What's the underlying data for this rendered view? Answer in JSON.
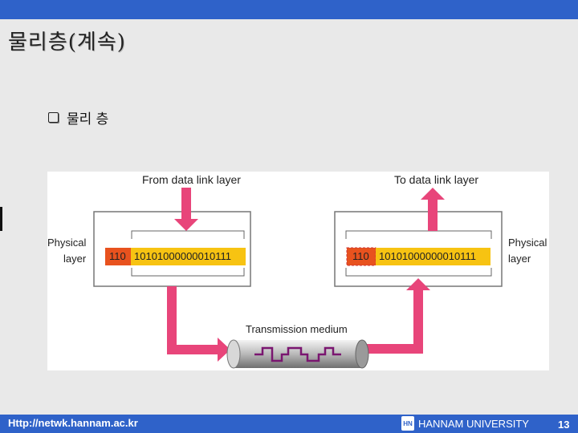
{
  "title": "물리층(계속)",
  "bullet": {
    "icon": "checkbox-bullet-icon",
    "text": "물리 층"
  },
  "diagram": {
    "from_label": "From data link layer",
    "to_label": "To data link layer",
    "left_layer_line1": "Physical",
    "left_layer_line2": "layer",
    "right_layer_line1": "Physical",
    "right_layer_line2": "layer",
    "header_bits": "110",
    "data_bits": "10101000000010111",
    "medium_label": "Transmission medium",
    "colors": {
      "arrow": "#e8457a",
      "header": "#e8521e",
      "data": "#f7c312"
    }
  },
  "footer": {
    "url": "Http://netwk.hannam.ac.kr",
    "university": "HANNAM UNIVERSITY",
    "page_number": "13"
  }
}
